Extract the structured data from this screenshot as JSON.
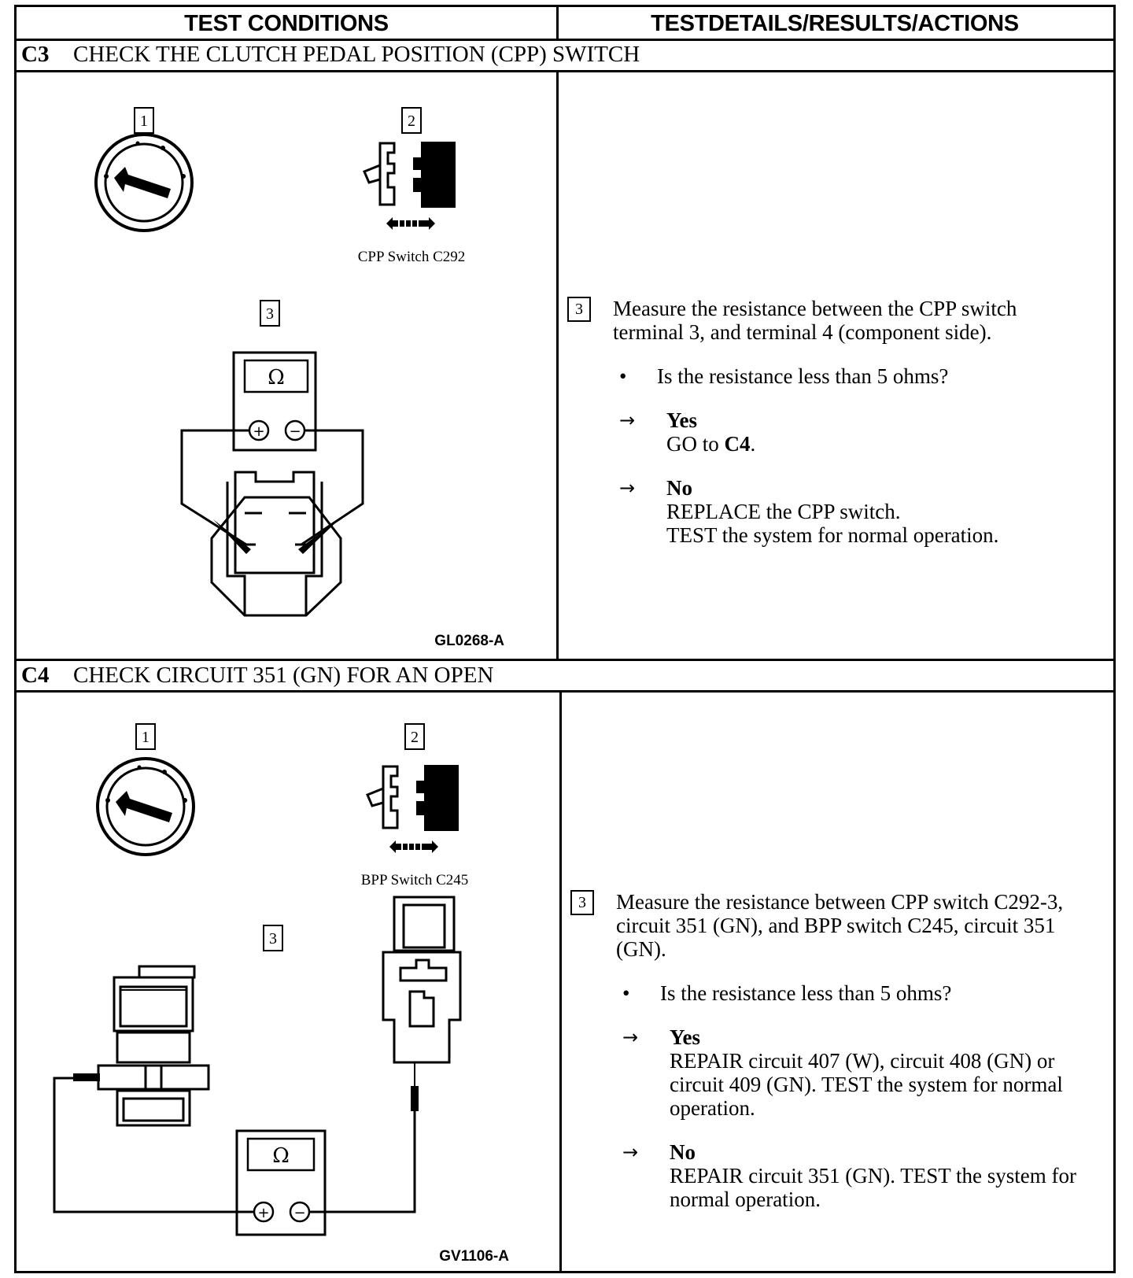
{
  "header": {
    "left": "TEST CONDITIONS",
    "right": "TESTDETAILS/RESULTS/ACTIONS"
  },
  "sections": [
    {
      "code": "C3",
      "title": "CHECK THE CLUTCH PEDAL POSITION (CPP) SWITCH",
      "callouts": [
        "1",
        "2",
        "3"
      ],
      "meter_symbol": "Ω",
      "caption": "CPP Switch C292",
      "figure_id": "GL0268-A",
      "step": {
        "number": "3",
        "text": "Measure the resistance between the CPP switch terminal 3, and terminal 4 (component side).",
        "question": "Is the resistance less than 5 ohms?",
        "yes_label": "Yes",
        "yes_prefix": "GO to ",
        "yes_target": "C4",
        "yes_suffix": ".",
        "no_label": "No",
        "no_lines": [
          "REPLACE the CPP switch.",
          "TEST the system for normal operation."
        ]
      }
    },
    {
      "code": "C4",
      "title": "CHECK CIRCUIT 351 (GN) FOR AN OPEN",
      "callouts": [
        "1",
        "2",
        "3"
      ],
      "meter_symbol": "Ω",
      "caption": "BPP Switch C245",
      "figure_id": "GV1106-A",
      "step": {
        "number": "3",
        "text": "Measure the resistance between CPP switch C292-3, circuit 351 (GN), and BPP switch C245, circuit 351 (GN).",
        "question": "Is the resistance less than 5 ohms?",
        "yes_label": "Yes",
        "yes_text": "REPAIR circuit 407 (W), circuit 408 (GN) or circuit 409 (GN). TEST the system for normal operation.",
        "no_label": "No",
        "no_text": "REPAIR circuit 351 (GN). TEST the system for normal operation."
      }
    }
  ],
  "icons": [
    "ignition-switch-icon",
    "connector-disconnect-icon",
    "ohmmeter-icon",
    "switch-connector-icon"
  ]
}
